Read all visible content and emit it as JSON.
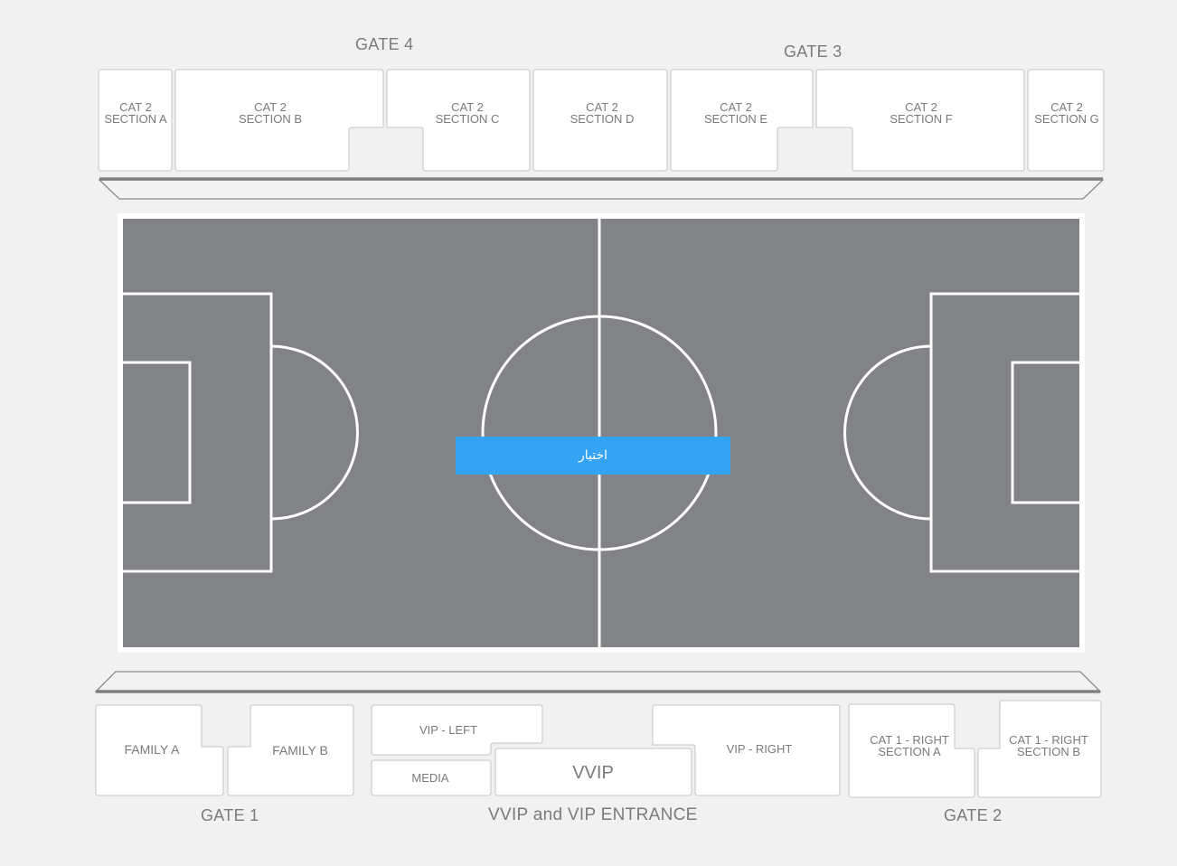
{
  "gates": {
    "gate4": "GATE 4",
    "gate3": "GATE 3",
    "gate1": "GATE 1",
    "vip_entrance": "VVIP and VIP ENTRANCE",
    "gate2": "GATE 2"
  },
  "north_sections": {
    "a": "CAT 2\nSECTION A",
    "b": "CAT 2\nSECTION B",
    "c": "CAT 2\nSECTION C",
    "d": "CAT 2\nSECTION D",
    "e": "CAT 2\nSECTION E",
    "f": "CAT 2\nSECTION F",
    "g": "CAT 2\nSECTION G"
  },
  "south_sections": {
    "family_a": "FAMILY A",
    "family_b": "FAMILY B",
    "vip_left": "VIP - LEFT",
    "media": "MEDIA",
    "vvip": "VVIP",
    "vip_right": "VIP - RIGHT",
    "cat1_right_a": "CAT 1 - RIGHT\nSECTION A",
    "cat1_right_b": "CAT 1 - RIGHT\nSECTION B"
  },
  "select_button": {
    "label": "اختيار"
  },
  "colors": {
    "background": "#f1f1f1",
    "pitch": "#828387",
    "pitch_lines": "#ffffff",
    "section_fill": "#ffffff",
    "section_border": "#cfcfcf",
    "button": "#35a3f4"
  }
}
